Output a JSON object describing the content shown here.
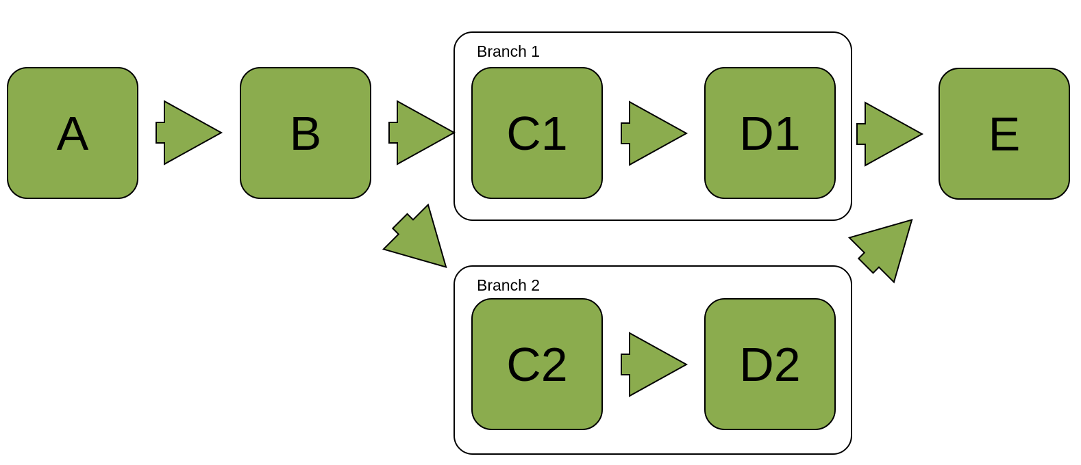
{
  "diagram": {
    "type": "flowchart",
    "background_color": "#ffffff",
    "node_fill_color": "#8bac4e",
    "node_border_color": "#000000",
    "container_border_color": "#000000",
    "nodes": [
      {
        "id": "A",
        "label": "A",
        "container": null
      },
      {
        "id": "B",
        "label": "B",
        "container": null
      },
      {
        "id": "C1",
        "label": "C1",
        "container": "Branch 1"
      },
      {
        "id": "D1",
        "label": "D1",
        "container": "Branch 1"
      },
      {
        "id": "C2",
        "label": "C2",
        "container": "Branch 2"
      },
      {
        "id": "D2",
        "label": "D2",
        "container": "Branch 2"
      },
      {
        "id": "E",
        "label": "E",
        "container": null
      }
    ],
    "containers": [
      {
        "label": "Branch 1"
      },
      {
        "label": "Branch 2"
      }
    ],
    "edges": [
      {
        "from": "A",
        "to": "B",
        "direction": "right"
      },
      {
        "from": "B",
        "to": "C1",
        "direction": "right"
      },
      {
        "from": "C1",
        "to": "D1",
        "direction": "right"
      },
      {
        "from": "D1",
        "to": "E",
        "direction": "right"
      },
      {
        "from": "B",
        "to": "C2",
        "direction": "down-right"
      },
      {
        "from": "C2",
        "to": "D2",
        "direction": "right"
      },
      {
        "from": "D2",
        "to": "E",
        "direction": "up-right"
      }
    ]
  }
}
